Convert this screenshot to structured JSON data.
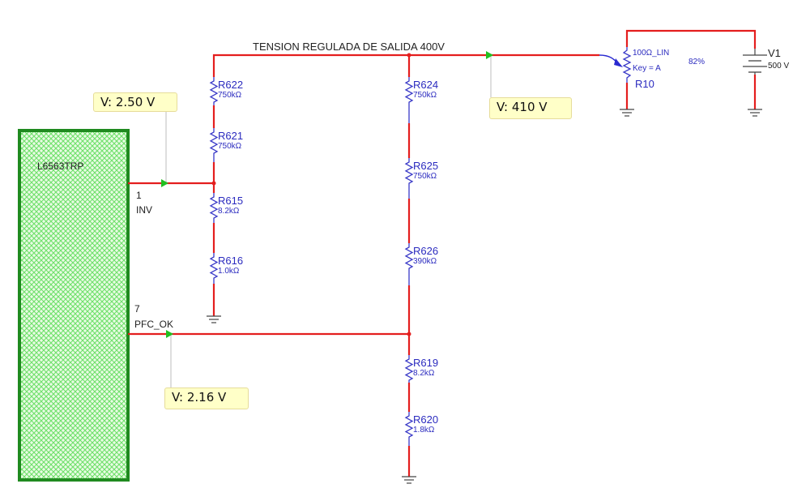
{
  "net_label": "TENSION REGULADA DE SALIDA  400V",
  "ic": {
    "name": "L6563TRP",
    "pins": [
      {
        "number": "1",
        "name": "INV"
      },
      {
        "number": "7",
        "name": "PFC_OK"
      }
    ]
  },
  "probes": [
    {
      "id": "probe-inv",
      "label": "V: 2.50 V"
    },
    {
      "id": "probe-output",
      "label": "V: 410 V"
    },
    {
      "id": "probe-pfc-ok",
      "label": "V: 2.16 V"
    }
  ],
  "resistors": {
    "R622": {
      "ref": "R622",
      "value": "750kΩ"
    },
    "R621": {
      "ref": "R621",
      "value": "750kΩ"
    },
    "R615": {
      "ref": "R615",
      "value": "8.2kΩ"
    },
    "R616": {
      "ref": "R616",
      "value": "1.0kΩ"
    },
    "R624": {
      "ref": "R624",
      "value": "750kΩ"
    },
    "R625": {
      "ref": "R625",
      "value": "750kΩ"
    },
    "R626": {
      "ref": "R626",
      "value": "390kΩ"
    },
    "R619": {
      "ref": "R619",
      "value": "8.2kΩ"
    },
    "R620": {
      "ref": "R620",
      "value": "1.8kΩ"
    }
  },
  "potentiometer": {
    "ref": "R10",
    "value": "100Ω_LIN",
    "key": "Key = A",
    "setting": "82%"
  },
  "source": {
    "ref": "V1",
    "value": "500 V"
  }
}
